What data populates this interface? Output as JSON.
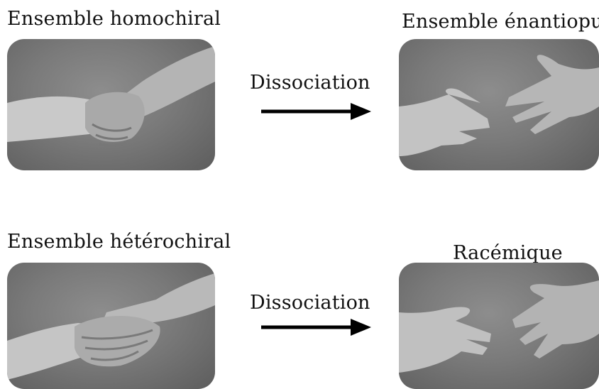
{
  "diagram": {
    "top": {
      "left_title": "Ensemble homochiral",
      "process_label": "Dissociation",
      "right_title": "Ensemble énantiopur"
    },
    "bottom": {
      "left_title": "Ensemble hétérochiral",
      "process_label": "Dissociation",
      "right_title": "Racémique"
    }
  },
  "colors": {
    "background": "#ffffff",
    "photo_gray": "#7a7a7a",
    "arrow": "#000000"
  },
  "icons": {
    "photo_tl": "handshake-homochiral-photo",
    "photo_tr": "open-hands-same-photo",
    "photo_bl": "handshake-heterochiral-photo",
    "photo_br": "open-hands-mirror-photo",
    "arrow": "right-arrow-icon"
  }
}
